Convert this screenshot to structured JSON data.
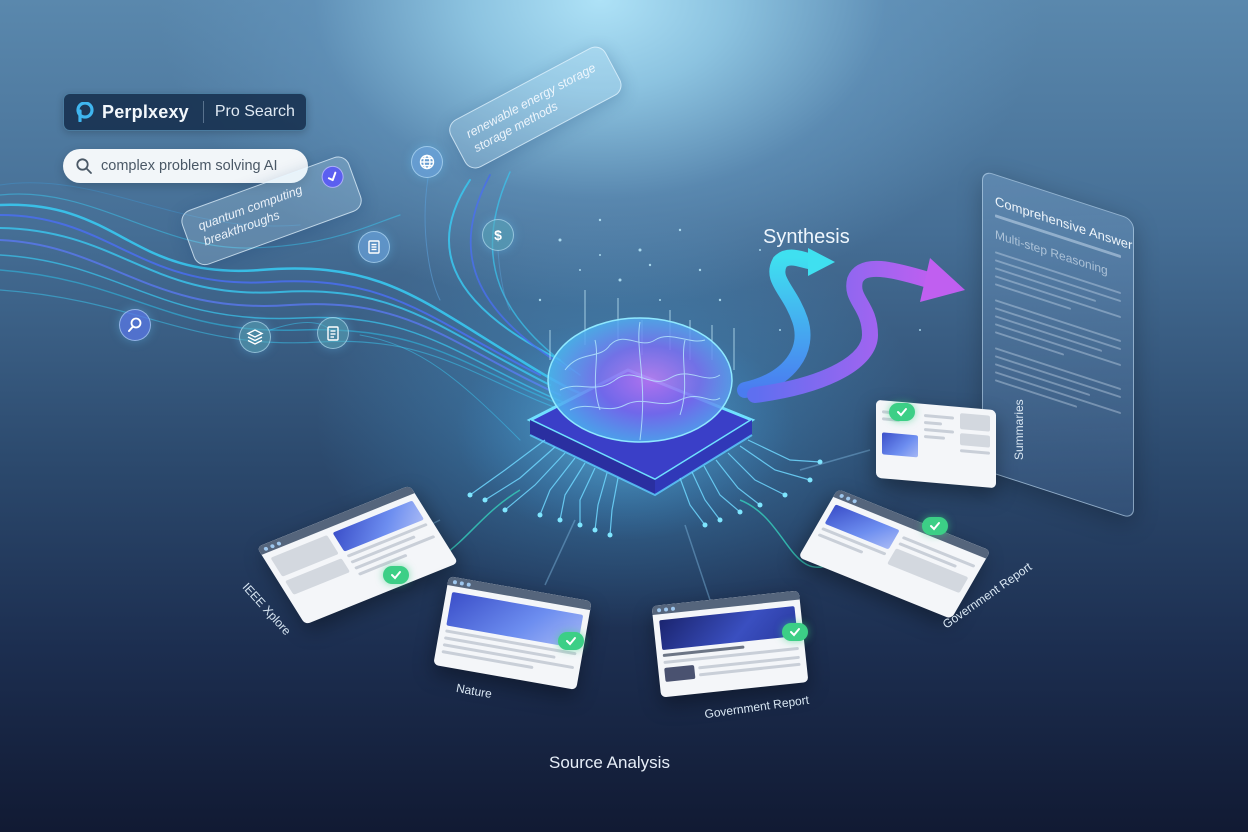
{
  "brand": {
    "name": "Perplxexy",
    "tagline": "Pro Search",
    "accent": "#3fb6f0"
  },
  "search": {
    "value": "complex problem solving AI",
    "icon": "search-icon"
  },
  "queries": [
    {
      "text": "quantum computing breakthroughs",
      "status": "checked",
      "icon": "check-icon"
    },
    {
      "text": "renewable energy storage storage methods",
      "icon": "globe-icon"
    }
  ],
  "nodes": [
    {
      "icon": "magnifier-icon"
    },
    {
      "icon": "layers-icon"
    },
    {
      "icon": "clipboard-icon"
    },
    {
      "icon": "document-icon"
    },
    {
      "icon": "globe-icon"
    },
    {
      "icon": "dollar-icon"
    }
  ],
  "center": {
    "icon": "brain-chip-icon"
  },
  "synthesis": {
    "label": "Synthesis",
    "colors": {
      "start": "#3fd6f0",
      "end": "#b65ff0"
    }
  },
  "answer": {
    "title": "Comprehensive Answer",
    "subtitle": "Multi-step Reasoning"
  },
  "sources": [
    {
      "label": "IEEE Xplore",
      "verified": true
    },
    {
      "label": "Nature",
      "verified": true
    },
    {
      "label": "Government Report",
      "verified": true
    },
    {
      "label": "Government Report",
      "verified": true
    },
    {
      "label": "Summaries",
      "verified": true
    }
  ],
  "footer": {
    "label": "Source Analysis"
  },
  "colors": {
    "verified": "#3ccf86",
    "check_badge": "#5b5ff0",
    "flow_cyan": "#39c8f0",
    "flow_blue": "#4a6ff0"
  }
}
